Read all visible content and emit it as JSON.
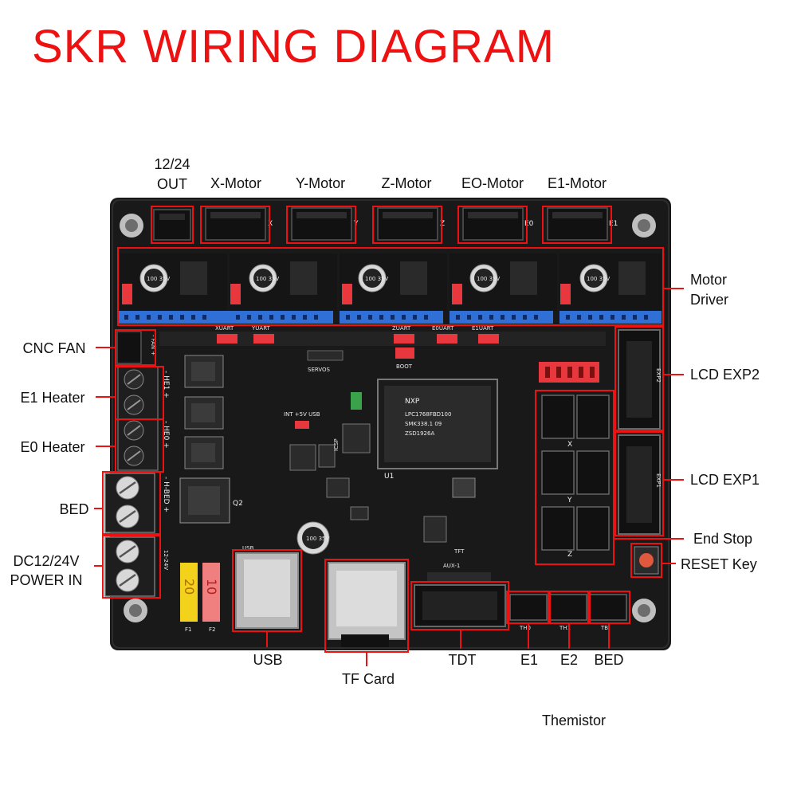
{
  "title": "SKR WIRING DIAGRAM",
  "top_labels": {
    "out_line1": "12/24",
    "out_line2": "OUT",
    "x_motor": "X-Motor",
    "y_motor": "Y-Motor",
    "z_motor": "Z-Motor",
    "e0_motor": "EO-Motor",
    "e1_motor": "E1-Motor"
  },
  "left_labels": {
    "cnc_fan": "CNC FAN",
    "e1_heater": "E1 Heater",
    "e0_heater": "E0 Heater",
    "bed": "BED",
    "power_line1": "DC12/24V",
    "power_line2": "POWER IN"
  },
  "right_labels": {
    "motor_driver_line1": "Motor",
    "motor_driver_line2": "Driver",
    "lcd_exp2": "LCD EXP2",
    "lcd_exp1": "LCD EXP1",
    "end_stop": "End Stop",
    "reset_key": "RESET Key"
  },
  "bottom_labels": {
    "usb": "USB",
    "tf_card": "TF Card",
    "tdt": "TDT",
    "e1": "E1",
    "e2": "E2",
    "bed": "BED",
    "themistor": "Themistor"
  },
  "board": {
    "chip_brand": "NXP",
    "chip_part": "LPC1768FBD100",
    "chip_lot": "SMK338.1    09",
    "chip_code": "ZSD1926A",
    "chip_ref": "U1",
    "servos": "SERVOS",
    "boot": "BOOT",
    "icsp": "ICSP",
    "tft": "TFT",
    "aux": "AUX-1",
    "usb_silk": "USB",
    "exp2_silk": "EXP2",
    "exp1_silk": "EXP1",
    "fan_silk": "- FAN +",
    "he1_silk": "- HE1 +",
    "he0_silk": "- HE0 +",
    "hbed_silk": "- H-BED +",
    "power_silk": "12-24V",
    "cap_text": "100 35V",
    "cap_big_text": "100 35V",
    "fuse1": "20",
    "fuse2": "10",
    "fuse1_ref": "F1",
    "fuse2_ref": "F2",
    "q2": "Q2",
    "xuart": "XUART",
    "yuart": "YUART",
    "zuart": "ZUART",
    "e0uart": "E0UART",
    "e1uart": "E1UART",
    "int_usb": "INT +5V USB",
    "x_col": "X",
    "y_col": "Y",
    "z_col": "Z",
    "th0": "TH0",
    "th1": "TH1",
    "thb": "TB",
    "axis_x": "X",
    "axis_y": "Y",
    "axis_z": "Z",
    "axis_e0": "E0",
    "axis_e1": "E1"
  },
  "colors": {
    "title": "#ee1111",
    "frame": "#ee1111",
    "board": "#191919",
    "header_blue": "#2f6fd6",
    "jumper_red": "#e8383d",
    "fuse_yellow": "#f2d21a",
    "fuse_pink": "#f08080",
    "usb_silver": "#b9b9b9",
    "green_inductor": "#3aa24a"
  }
}
